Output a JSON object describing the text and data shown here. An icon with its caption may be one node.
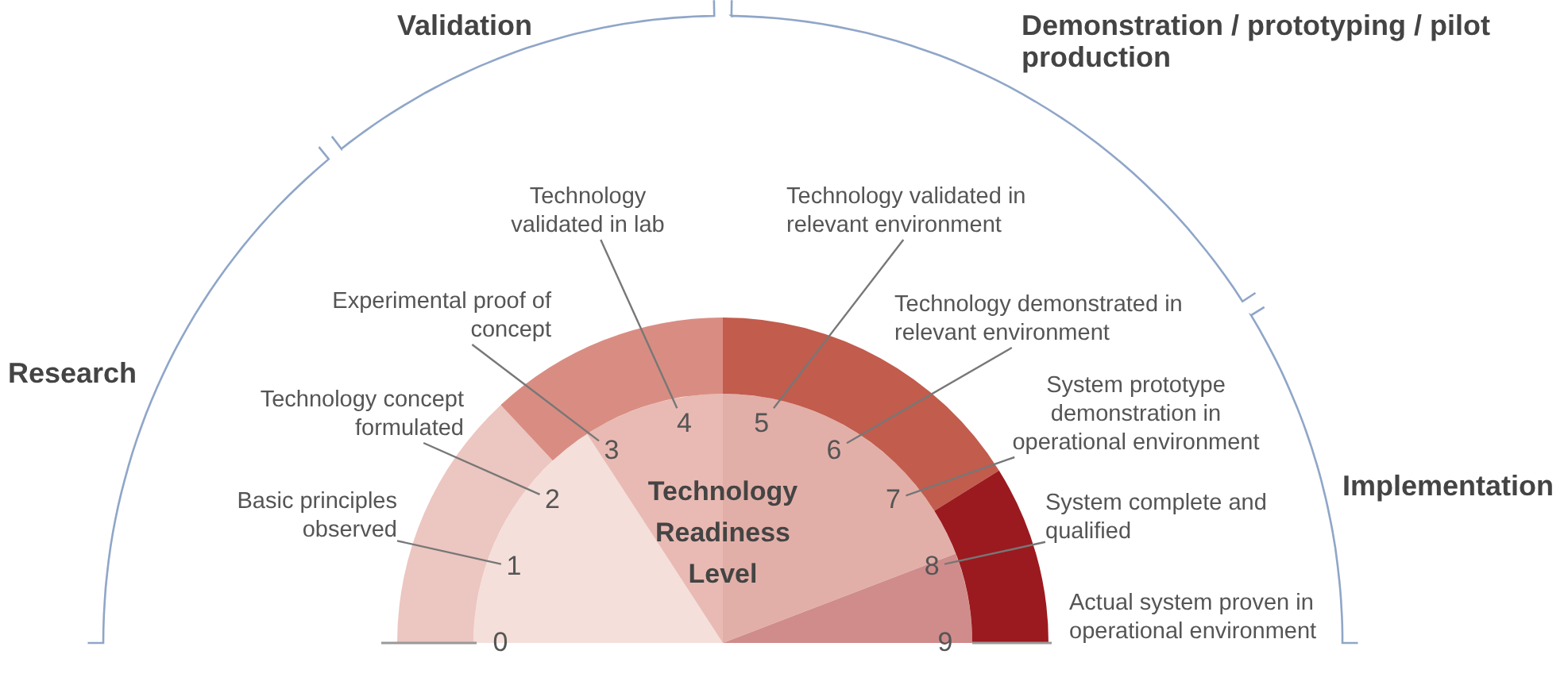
{
  "diagram": {
    "nodes": [
      {
        "text": [
          "0"
        ]
      },
      {
        "text": [
          "Basic principles observed"
        ]
      },
      {
        "text": [
          "1"
        ]
      },
      {
        "text": [
          "Technology concept formulated"
        ]
      },
      {
        "text": [
          "2"
        ]
      },
      {
        "text": [
          "Experimental proof of concept"
        ]
      },
      {
        "text": [
          "3"
        ]
      },
      {
        "text": [
          "Technology validated in lab"
        ]
      },
      {
        "text": [
          "4"
        ]
      },
      {
        "text": [
          "Technology validated in relevant environment"
        ]
      },
      {
        "text": [
          "5"
        ]
      },
      {
        "text": [
          "Technology demonstrated in relevant environment"
        ]
      },
      {
        "text": [
          "6"
        ]
      },
      {
        "text": [
          "System prototype demonstration in operational environment"
        ]
      },
      {
        "text": [
          "7"
        ]
      },
      {
        "text": [
          "System complete and qualified"
        ]
      },
      {
        "text": [
          "8"
        ]
      },
      {
        "text": [
          "Actual system proven in operational environment"
        ]
      },
      {
        "text": [
          "9"
        ]
      }
    ],
    "edges": [
      {
        "from": 1,
        "to": 2,
        "arrow": "none"
      },
      {
        "from": 3,
        "to": 4,
        "arrow": "none"
      },
      {
        "from": 5,
        "to": 6,
        "arrow": "none"
      },
      {
        "from": 7,
        "to": 8,
        "arrow": "none"
      },
      {
        "from": 9,
        "to": 10,
        "arrow": "none"
      },
      {
        "from": 11,
        "to": 12,
        "arrow": "none"
      },
      {
        "from": 13,
        "to": 14,
        "arrow": "none"
      },
      {
        "from": 15,
        "to": 16,
        "arrow": "none"
      }
    ],
    "labels": [
      "Validation",
      "Demonstration / prototyping / pilot production",
      "Research",
      "Technology Readiness Level",
      "Implementation"
    ]
  }
}
